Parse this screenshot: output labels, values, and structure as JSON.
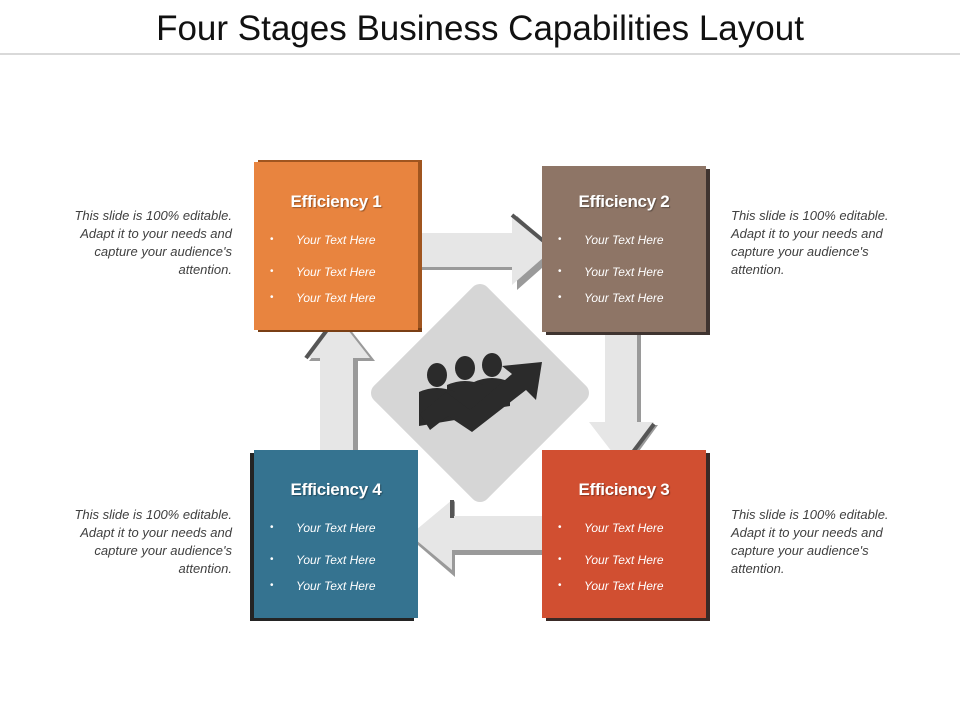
{
  "title": "Four Stages Business Capabilities Layout",
  "colors": {
    "stage1": "#e8843f",
    "stage2": "#8e7566",
    "stage3": "#d14f31",
    "stage4": "#357390",
    "arrow": "#e6e6e6",
    "diamond": "#d6d6d6",
    "icon": "#2b2b2b"
  },
  "stages": [
    {
      "title": "Efficiency 1",
      "bullets": [
        "Your Text Here",
        "Your Text Here",
        "Your Text Here"
      ]
    },
    {
      "title": "Efficiency 2",
      "bullets": [
        "Your Text Here",
        "Your Text Here",
        "Your Text Here"
      ]
    },
    {
      "title": "Efficiency 3",
      "bullets": [
        "Your Text Here",
        "Your Text Here",
        "Your Text Here"
      ]
    },
    {
      "title": "Efficiency 4",
      "bullets": [
        "Your Text Here",
        "Your Text Here",
        "Your Text Here"
      ]
    }
  ],
  "side_texts": {
    "top_left": "This slide is 100% editable. Adapt it to your needs and capture your audience's attention.",
    "top_right": "This slide is 100% editable. Adapt it to your needs and capture your audience's attention.",
    "bottom_left": "This slide is 100% editable. Adapt it to your needs and capture your audience's attention.",
    "bottom_right": "This slide is 100% editable. Adapt it to your needs and capture your audience's attention."
  },
  "icon": "team-growth-icon"
}
